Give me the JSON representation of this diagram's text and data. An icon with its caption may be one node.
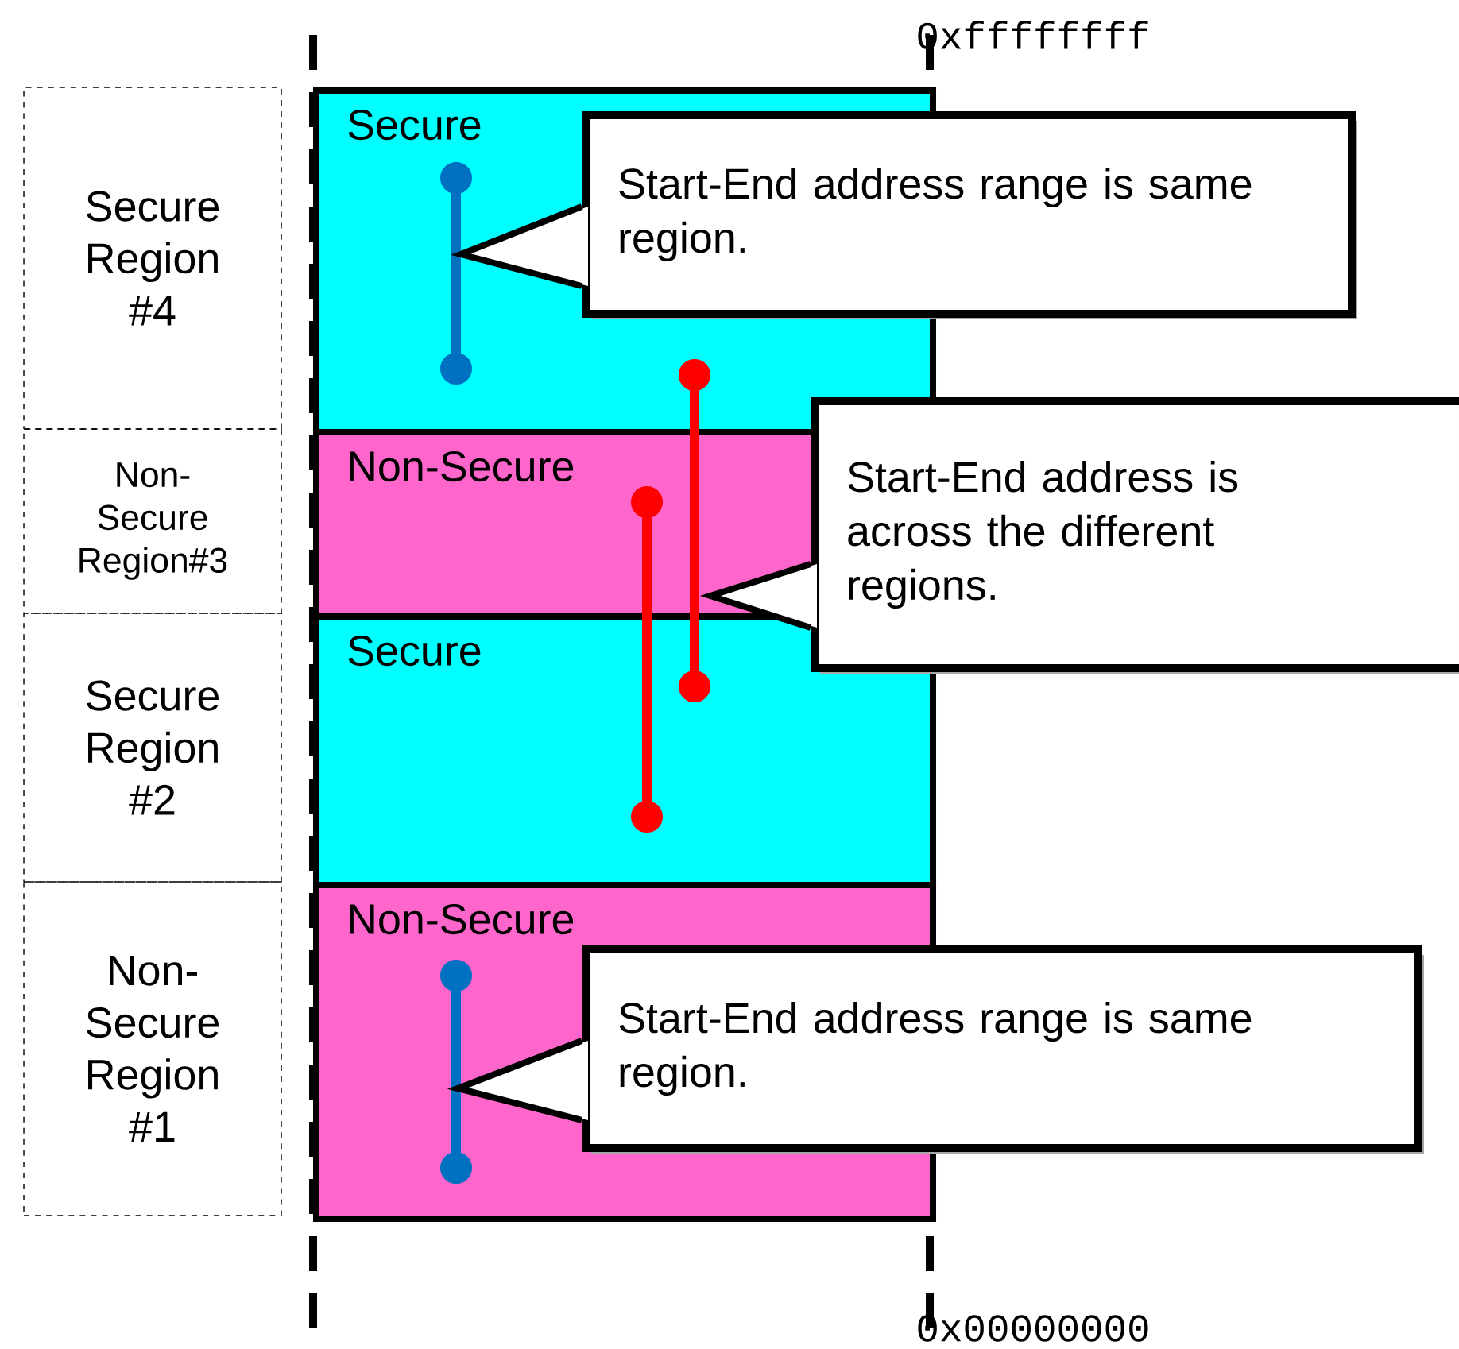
{
  "diagram": {
    "nodes": [
      {
        "text": [
          "Secure Region #4"
        ]
      },
      {
        "text": [
          "Non-Secure Region#3"
        ]
      },
      {
        "text": [
          "Secure Region #2"
        ]
      },
      {
        "text": [
          "Non-Secure Region #1"
        ]
      },
      {
        "text": [
          "Secure"
        ]
      },
      {
        "text": [
          "Non-Secure"
        ]
      },
      {
        "text": [
          "Secure"
        ]
      },
      {
        "text": [
          "Non-Secure"
        ]
      },
      {
        "text": [
          "Start-End address range is same region."
        ]
      },
      {
        "text": [
          "Start-End address is across the different regions."
        ]
      },
      {
        "text": [
          "Start-End address range is same region."
        ]
      }
    ],
    "labels": [
      "0xffffffff",
      "0x00000000"
    ]
  }
}
